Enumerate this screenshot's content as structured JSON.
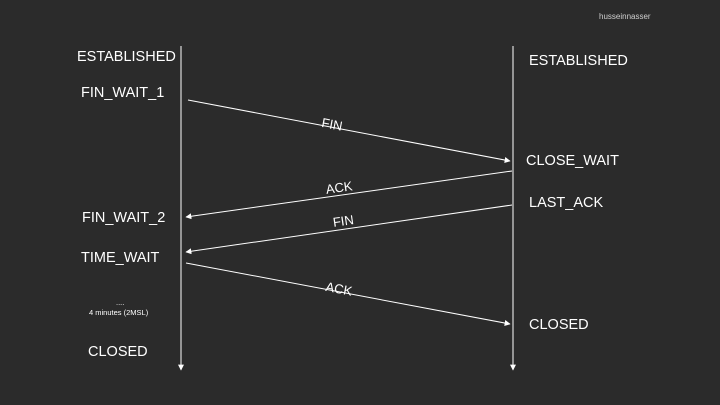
{
  "watermark": "husseinnasser",
  "colors": {
    "background": "#2b2b2b",
    "line": "#ffffff",
    "text": "#ffffff"
  },
  "client_states": {
    "s1": "ESTABLISHED",
    "s2": "FIN_WAIT_1",
    "s3": "FIN_WAIT_2",
    "s4": "TIME_WAIT",
    "s5": "CLOSED"
  },
  "server_states": {
    "s1": "ESTABLISHED",
    "s2": "CLOSE_WAIT",
    "s3": "LAST_ACK",
    "s4": "CLOSED"
  },
  "messages": {
    "m1": "FIN",
    "m2": "ACK",
    "m3": "FIN",
    "m4": "ACK"
  },
  "wait_note": {
    "dots": "....",
    "text": "4 minutes (2MSL)"
  }
}
